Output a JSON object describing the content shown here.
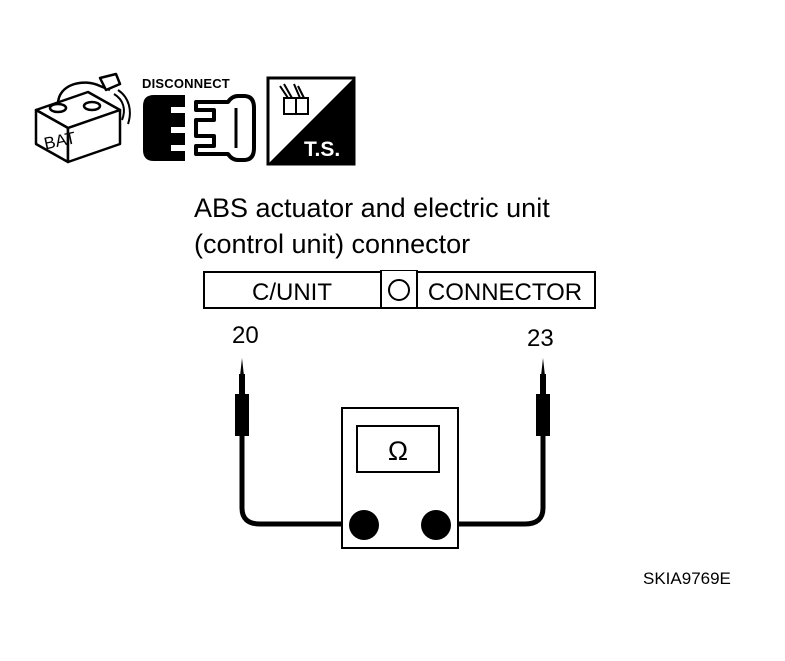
{
  "icons": {
    "battery_label": "BAT",
    "disconnect_label": "DISCONNECT",
    "ts_label": "T.S."
  },
  "title": {
    "line1": "ABS actuator and electric unit",
    "line2": "(control unit) connector"
  },
  "connector": {
    "left_label": "C/UNIT",
    "right_label": "CONNECTOR"
  },
  "pins": {
    "left": "20",
    "right": "23"
  },
  "meter": {
    "symbol": "Ω"
  },
  "figure_code": "SKIA9769E"
}
